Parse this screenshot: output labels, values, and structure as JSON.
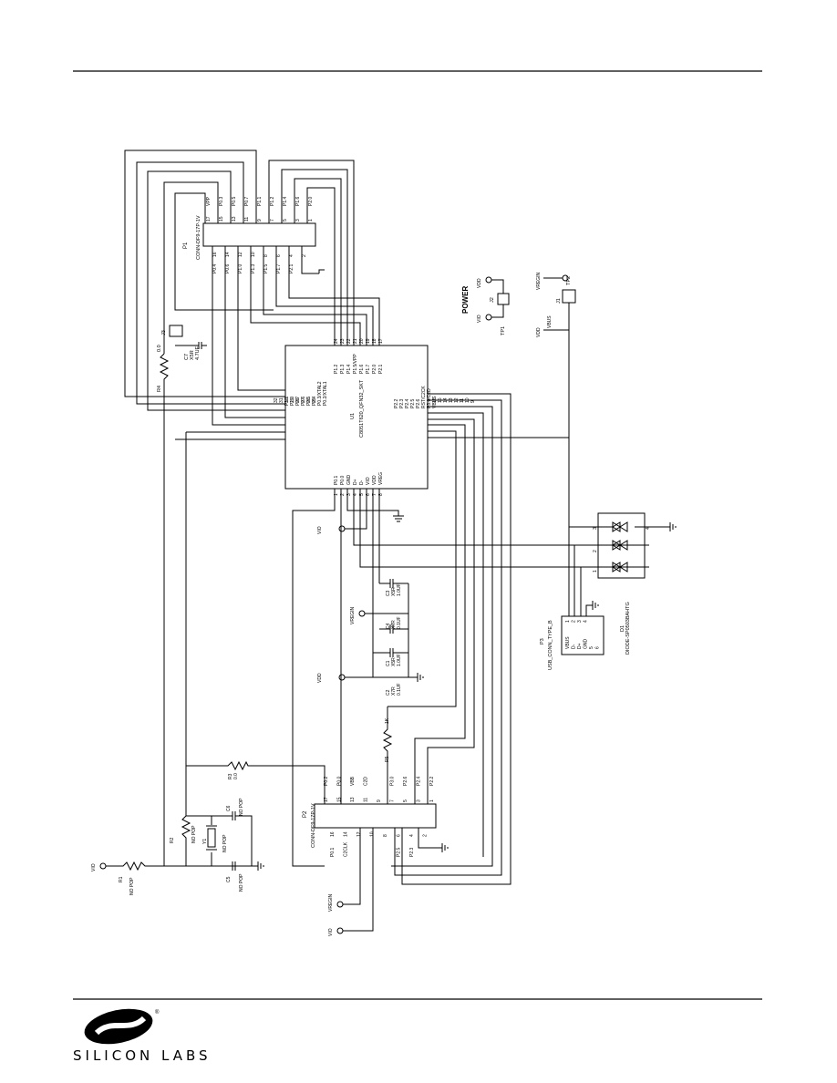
{
  "components": {
    "p1": {
      "ref": "P1",
      "part": "CONN-DF9-17P-1V",
      "odd_pins": [
        "17",
        "15",
        "13",
        "11",
        "9",
        "7",
        "5",
        "3",
        "1"
      ],
      "odd_signals": [
        "VPP",
        "P0.3",
        "P0.5",
        "P0.7",
        "P1.1",
        "P1.2",
        "P1.4",
        "P1.6",
        "P2.0"
      ],
      "even_pins": [
        "16",
        "14",
        "12",
        "10",
        "8",
        "6",
        "4",
        "2"
      ],
      "even_signals": [
        "P0.4",
        "P0.6",
        "P1.0",
        "P1.3",
        "P1.5",
        "P1.7",
        "P2.1",
        ""
      ]
    },
    "p2": {
      "ref": "P2",
      "part": "CONN-DF9-17P-1V",
      "odd_pins": [
        "17",
        "15",
        "13",
        "11",
        "9",
        "7",
        "5",
        "3",
        "1"
      ],
      "odd_signals": [
        "P0.2",
        "P0.0",
        "VBB",
        "C2D",
        "",
        "P3.0",
        "P2.6",
        "P2.4",
        "P2.2"
      ],
      "even_pins": [
        "16",
        "14",
        "12",
        "10",
        "8",
        "6",
        "4",
        "2"
      ],
      "even_signals": [
        "P0.1",
        "C2CLK",
        "",
        "",
        "",
        "P2.5",
        "P2.3",
        ""
      ]
    },
    "u1": {
      "ref": "U1",
      "part": "C8051T620_QFN32_SKT",
      "top_pins": [
        "24",
        "23",
        "22",
        "21",
        "20",
        "19",
        "18",
        "17"
      ],
      "top_signals": [
        "P1.2",
        "P1.3",
        "P1.4",
        "P1.5/VPP",
        "P1.6",
        "P1.7",
        "P2.0",
        "P2.1"
      ],
      "left_pins": [
        "32",
        "31",
        "30",
        "29",
        "28",
        "27",
        "26",
        "25"
      ],
      "left_signals": [
        "P1.1",
        "P1.0",
        "P0.7",
        "P0.6",
        "P0.5",
        "P0.4",
        "P0.3/XTAL2",
        "P0.2/XTAL1"
      ],
      "right_pins": [
        "16",
        "15",
        "14",
        "13",
        "12",
        "11",
        "10",
        "9"
      ],
      "right_signals": [
        "P2.2",
        "P2.3",
        "P2.4",
        "P2.5",
        "P2.6",
        "RST/C2CK",
        "P3.0/C2D",
        "VBUS"
      ],
      "bottom_pins": [
        "1",
        "2",
        "3",
        "4",
        "5",
        "6",
        "7",
        "8"
      ],
      "bottom_signals": [
        "P0.1",
        "P0.0",
        "GND",
        "D+",
        "D-",
        "VIO",
        "VDD",
        "VREG"
      ]
    },
    "j1": {
      "ref": "J1",
      "pins": [
        "1",
        "2",
        "3",
        "4"
      ]
    },
    "j2": {
      "ref": "J2"
    },
    "j3": {
      "ref": "J3"
    },
    "p3": {
      "ref": "P3",
      "part": "USB_CONN_TYPE_B",
      "pins": [
        "VBUS",
        "D-",
        "D+",
        "GND",
        "5",
        "6"
      ],
      "pin_numbers": [
        "1",
        "2",
        "3",
        "4"
      ]
    },
    "d1": {
      "ref": "D1",
      "part": "DIODE-SP0503BAHTG",
      "pins": [
        "1",
        "2",
        "3",
        "4"
      ]
    },
    "c1": {
      "ref": "C1",
      "type": "X5R",
      "value": "1.0UF"
    },
    "c2": {
      "ref": "C2",
      "type": "X7R",
      "value": "0.1UF"
    },
    "c3": {
      "ref": "C3",
      "type": "X5R",
      "value": "1.0UF"
    },
    "c4": {
      "ref": "C4",
      "type": "X7R",
      "value": "0.1UF"
    },
    "c5": {
      "ref": "C5",
      "value": "NO POP"
    },
    "c6": {
      "ref": "C6",
      "value": "NO POP"
    },
    "c7": {
      "ref": "C7",
      "type": "X5R",
      "value": "4.7UF"
    },
    "r1": {
      "ref": "R1",
      "value": "NO POP"
    },
    "r2": {
      "ref": "R2",
      "value": "NO POP"
    },
    "r3": {
      "ref": "R3",
      "value": "0.0"
    },
    "r4": {
      "ref": "R4",
      "value": "0.0"
    },
    "r5": {
      "ref": "R5",
      "value": "1K"
    },
    "y1": {
      "ref": "Y1",
      "value": "NO POP"
    },
    "tp1": {
      "ref": "TP1"
    },
    "tp2": {
      "ref": "TP2"
    }
  },
  "power_label": "POWER",
  "nets": {
    "vdd": "VDD",
    "vio": "VIO",
    "vregin": "VREGIN",
    "vbus": "VBUS"
  },
  "logo": {
    "name": "SILICON LABS",
    "reg": "®"
  }
}
